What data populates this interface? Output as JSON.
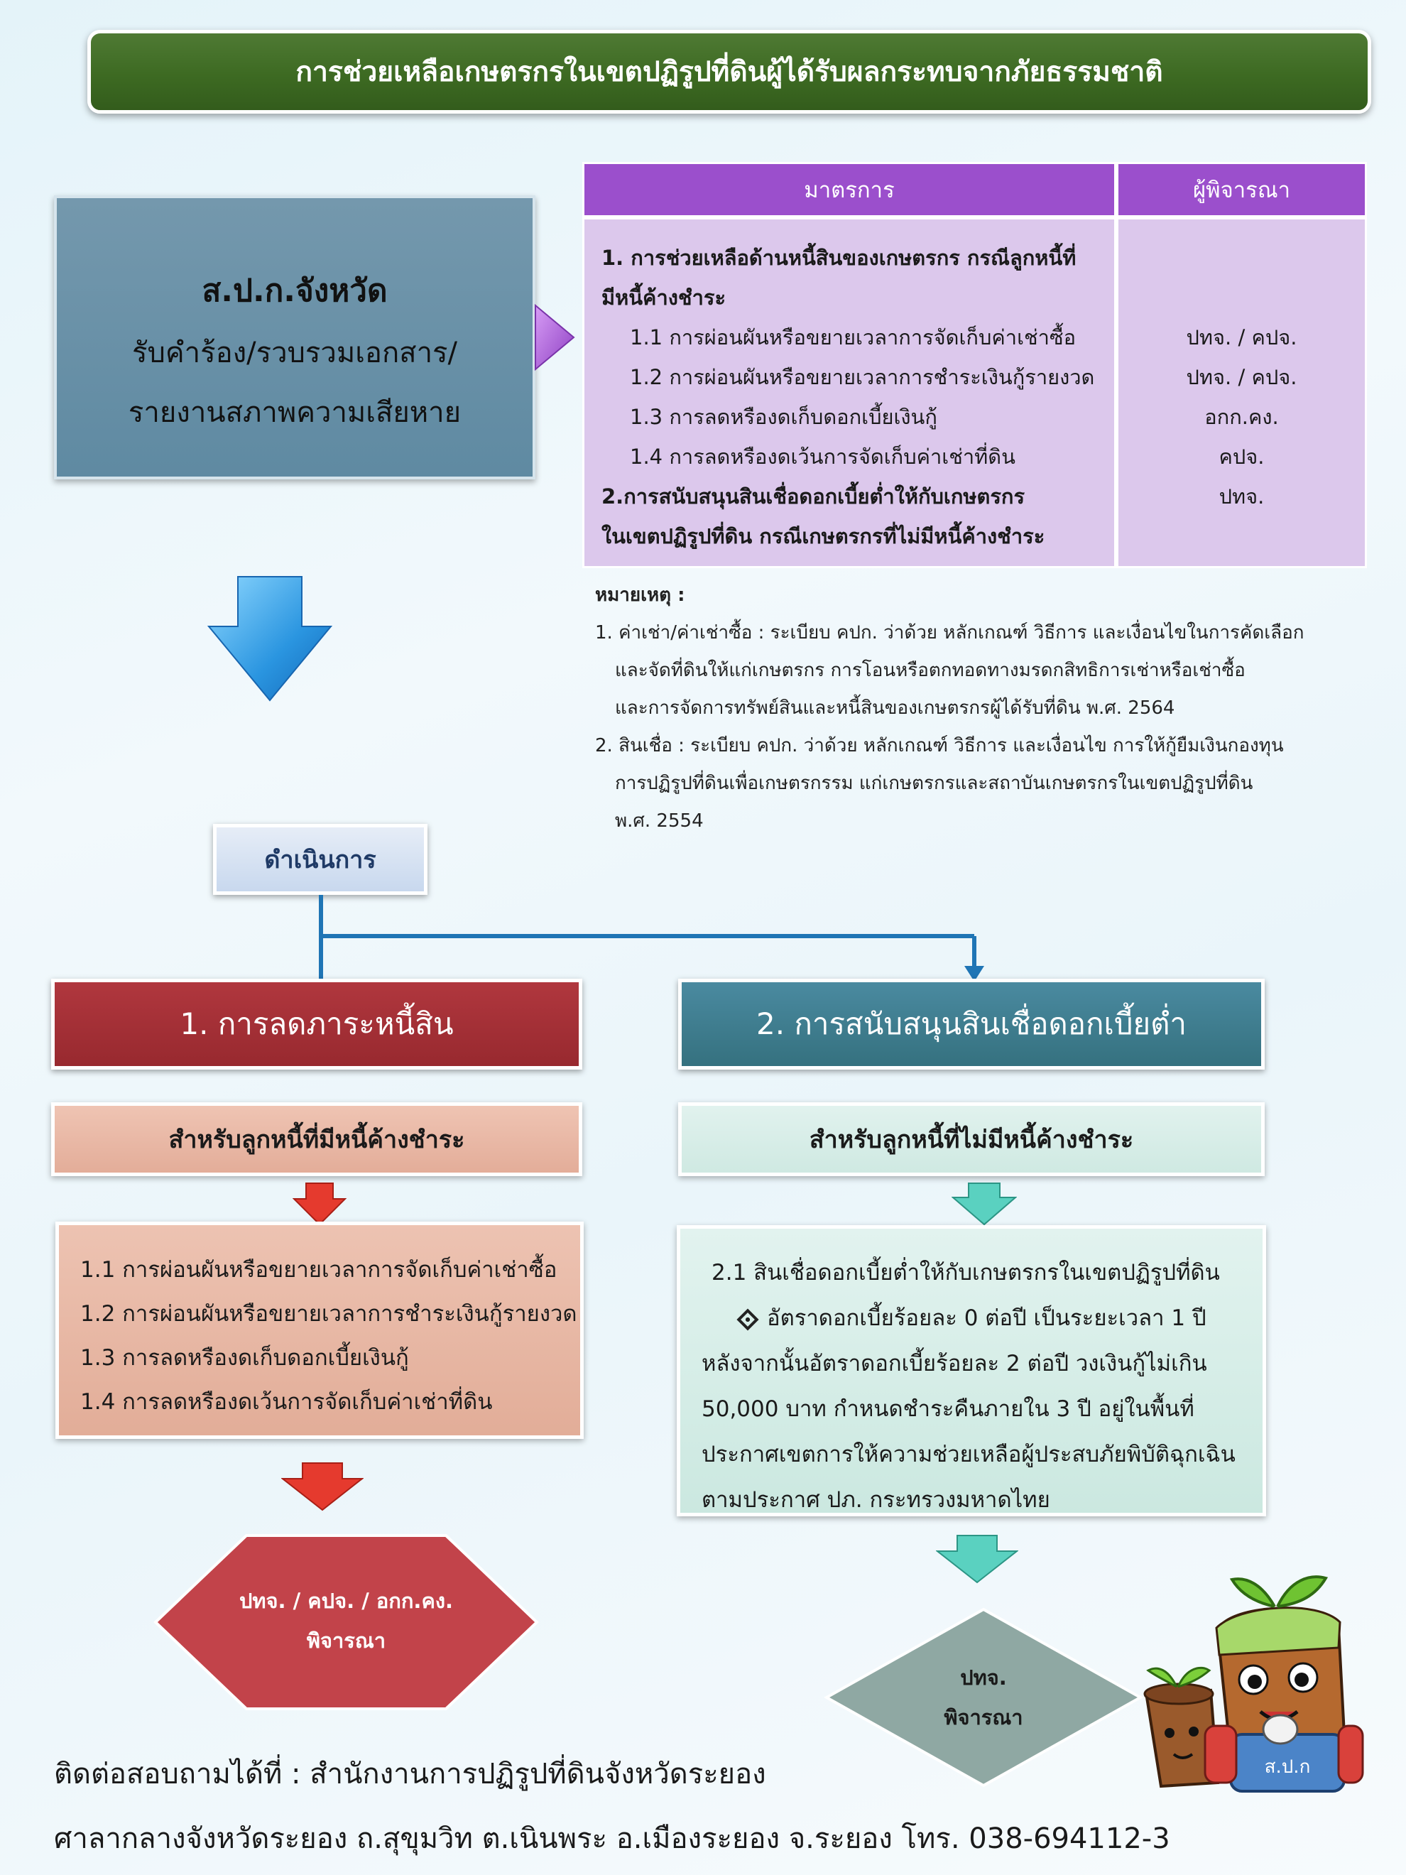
{
  "header": {
    "title": "การช่วยเหลือเกษตรกรในเขตปฏิรูปที่ดินผู้ได้รับผลกระทบจากภัยธรรมชาติ"
  },
  "office": {
    "title": "ส.ป.ก.จังหวัด",
    "line1": "รับคำร้อง/รวบรวมเอกสาร/",
    "line2": "รายงานสภาพความเสียหาย"
  },
  "table": {
    "col_measure": "มาตรการ",
    "col_consider": "ผู้พิจารณา",
    "measure1_line1": "1. การช่วยเหลือด้านหนี้สินของเกษตรกร กรณีลูกหนี้ที่",
    "measure1_line2": "มีหนี้ค้างชำระ",
    "measure1_items": [
      {
        "label": "1.1 การผ่อนผันหรือขยายเวลาการจัดเก็บค่าเช่าซื้อ",
        "consider": "ปทจ. / คปจ."
      },
      {
        "label": "1.2 การผ่อนผันหรือขยายเวลาการชำระเงินกู้รายงวด",
        "consider": "ปทจ. / คปจ."
      },
      {
        "label": "1.3 การลดหรืองดเก็บดอกเบี้ยเงินกู้",
        "consider": "อกก.คง."
      },
      {
        "label": "1.4 การลดหรืองดเว้นการจัดเก็บค่าเช่าที่ดิน",
        "consider": "คปจ."
      }
    ],
    "measure2_line1": "2.การสนับสนุนสินเชื่อดอกเบี้ยต่ำให้กับเกษตรกร",
    "measure2_line2": "ในเขตปฏิรูปที่ดิน กรณีเกษตรกรที่ไม่มีหนี้ค้างชำระ",
    "measure2_consider": "ปทจ."
  },
  "notes": {
    "heading": "หมายเหตุ :",
    "note1_line1": "1. ค่าเช่า/ค่าเช่าซื้อ : ระเบียบ คปก. ว่าด้วย หลักเกณฑ์ วิธีการ และเงื่อนไขในการคัดเลือก",
    "note1_line2": "และจัดที่ดินให้แก่เกษตรกร การโอนหรือตกทอดทางมรดกสิทธิการเช่าหรือเช่าซื้อ",
    "note1_line3": "และการจัดการทรัพย์สินและหนี้สินของเกษตรกรผู้ได้รับที่ดิน พ.ศ. 2564",
    "note2_line1": "2. สินเชื่อ : ระเบียบ คปก. ว่าด้วย หลักเกณฑ์ วิธีการ และเงื่อนไข การให้กู้ยืมเงินกองทุน",
    "note2_line2": "การปฏิรูปที่ดินเพื่อเกษตรกรรม แก่เกษตรกรและสถาบันเกษตรกรในเขตปฏิรูปที่ดิน",
    "note2_line3": "พ.ศ. 2554"
  },
  "operation": {
    "label": "ดำเนินการ"
  },
  "left": {
    "category": "1. การลดภาระหนี้สิน",
    "sub": "สำหรับลูกหนี้ที่มีหนี้ค้างชำระ",
    "items": [
      "1.1 การผ่อนผันหรือขยายเวลาการจัดเก็บค่าเช่าซื้อ",
      "1.2 การผ่อนผันหรือขยายเวลาการชำระเงินกู้รายงวด",
      "1.3 การลดหรืองดเก็บดอกเบี้ยเงินกู้",
      "1.4 การลดหรืองดเว้นการจัดเก็บค่าเช่าที่ดิน"
    ],
    "decision_line1": "ปทจ. / คปจ. / อกก.คง.",
    "decision_line2": "พิจารณา"
  },
  "right": {
    "category": "2. การสนับสนุนสินเชื่อดอกเบี้ยต่ำ",
    "sub": "สำหรับลูกหนี้ที่ไม่มีหนี้ค้างชำระ",
    "detail_title": "2.1 สินเชื่อดอกเบี้ยต่ำให้กับเกษตรกรในเขตปฏิรูปที่ดิน",
    "detail_line1": "อัตราดอกเบี้ยร้อยละ 0 ต่อปี เป็นระยะเวลา 1 ปี",
    "detail_line2": "หลังจากนั้นอัตราดอกเบี้ยร้อยละ  2  ต่อปี วงเงินกู้ไม่เกิน",
    "detail_line3": "50,000 บาท กำหนดชำระคืนภายใน 3 ปี อยู่ในพื้นที่",
    "detail_line4": "ประกาศเขตการให้ความช่วยเหลือผู้ประสบภัยพิบัติฉุกเฉิน",
    "detail_line5": "ตามประกาศ ปภ. กระทรวงมหาดไทย",
    "decision_line1": "ปทจ.",
    "decision_line2": "พิจารณา"
  },
  "mascot": {
    "shirt_text": "ส.ป.ก"
  },
  "footer": {
    "line1": "ติดต่อสอบถามได้ที่ : สำนักงานการปฏิรูปที่ดินจังหวัดระยอง",
    "line2": "ศาลากลางจังหวัดระยอง ถ.สุขุมวิท ต.เนินพระ อ.เมืองระยอง จ.ระยอง โทร. 038-694112-3"
  },
  "colors": {
    "header_green": "#3d6a22",
    "office_blue": "#6a90a8",
    "table_purple": "#9b4fcc",
    "left_red": "#a53338",
    "left_peach": "#e8b7a5",
    "right_teal": "#3e7e92",
    "right_mint": "#d8ede8"
  }
}
